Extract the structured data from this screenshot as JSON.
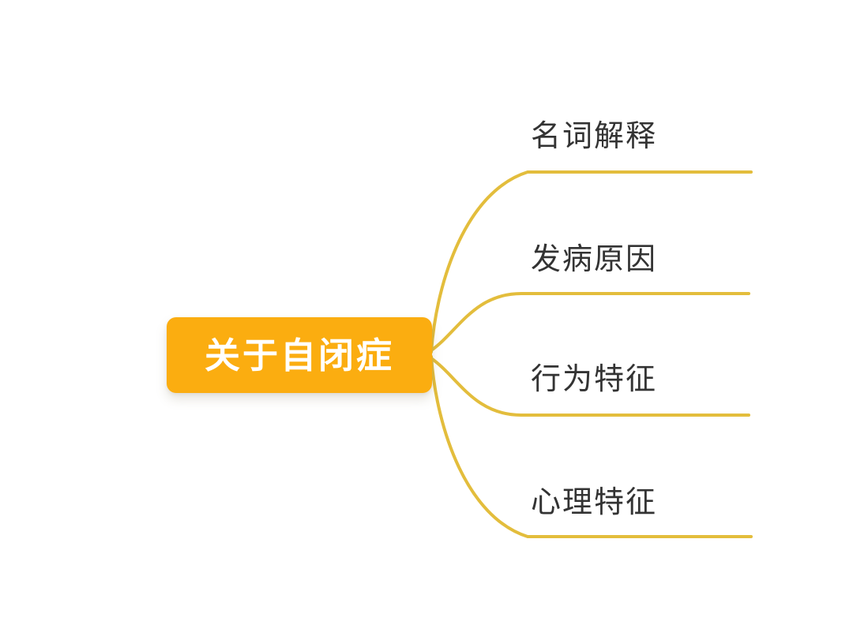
{
  "diagram": {
    "type": "mindmap",
    "root": {
      "label": "关于自闭症"
    },
    "branches": [
      {
        "label": "名词解释"
      },
      {
        "label": "发病原因"
      },
      {
        "label": "行为特征"
      },
      {
        "label": "心理特征"
      }
    ],
    "colors": {
      "background": "#FFFFFF",
      "root_node_fill": "#FBAD10",
      "root_node_text": "#FFFFFF",
      "branch_line": "#E3BD3C",
      "branch_text": "#333333"
    }
  }
}
